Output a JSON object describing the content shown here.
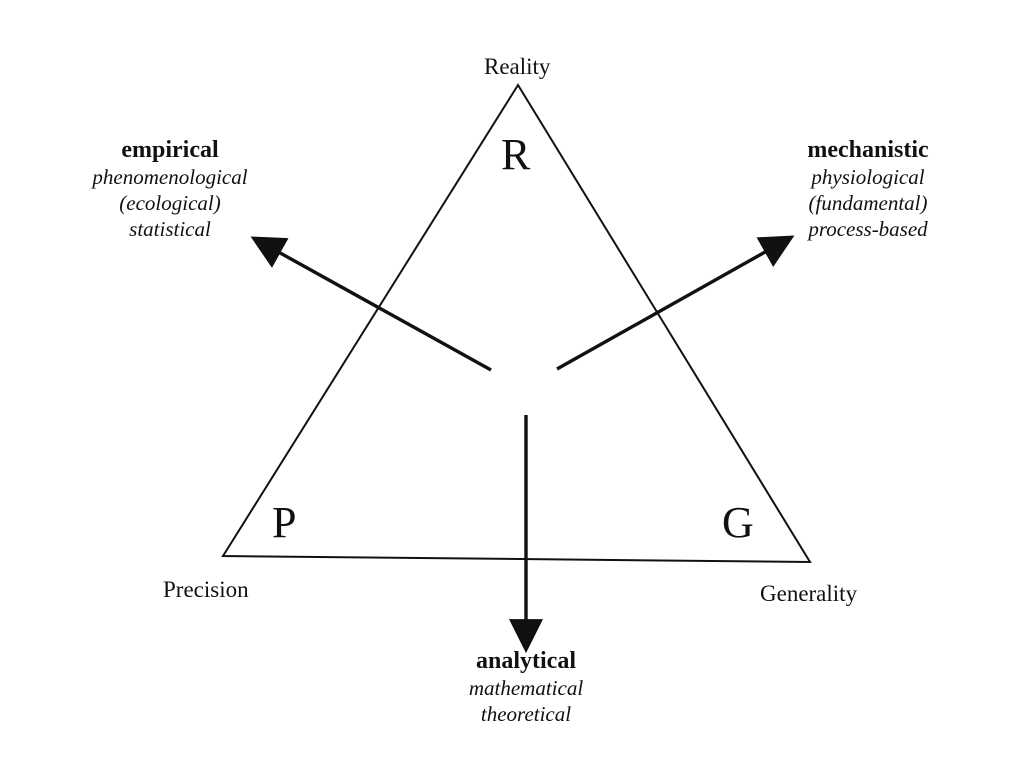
{
  "vertices": {
    "top": {
      "name": "Reality",
      "letter": "R"
    },
    "left": {
      "name": "Precision",
      "letter": "P"
    },
    "right": {
      "name": "Generality",
      "letter": "G"
    }
  },
  "model_types": {
    "empirical": {
      "title": "empirical",
      "lines": [
        "phenomenological",
        "(ecological)",
        "statistical"
      ]
    },
    "mechanistic": {
      "title": "mechanistic",
      "lines": [
        "physiological",
        "(fundamental)",
        "process-based"
      ]
    },
    "analytical": {
      "title": "analytical",
      "lines": [
        "mathematical",
        "theoretical"
      ]
    }
  },
  "colors": {
    "ink": "#111111",
    "background": "#ffffff"
  }
}
